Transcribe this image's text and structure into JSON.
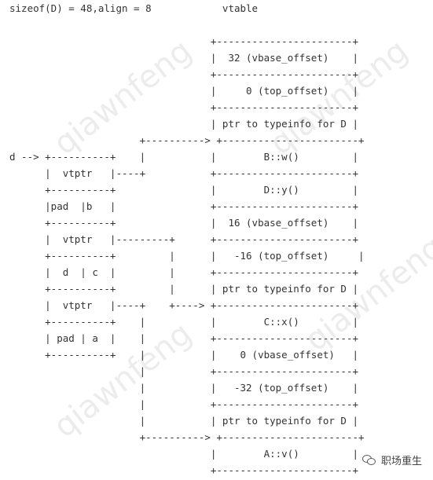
{
  "diagram": {
    "lines": [
      "sizeof(D) = 48,align = 8            vtable",
      "",
      "                                  +-----------------------+",
      "                                  |  32 (vbase_offset)    |",
      "                                  +-----------------------+",
      "                                  |     0 (top_offset)    |",
      "                                  +-----------------------+",
      "                                  | ptr to typeinfo for D |",
      "                      +----------> +-----------------------+",
      "d --> +----------+    |           |        B::w()         |",
      "      |  vtptr   |----+           +-----------------------+",
      "      +----------+                |        D::y()         |",
      "      |pad  |b   |                +-----------------------+",
      "      +----------+                |  16 (vbase_offset)    |",
      "      |  vtptr   |---------+      +-----------------------+",
      "      +----------+         |      |   -16 (top_offset)     |",
      "      |  d  | c  |         |      +-----------------------+",
      "      +----------+         |      | ptr to typeinfo for D |",
      "      |  vtptr   |----+    +----> +-----------------------+",
      "      +----------+    |           |        C::x()         |",
      "      | pad | a  |    |           +-----------------------+",
      "      +----------+    |           |    0 (vbase_offset)   |",
      "                      |           +-----------------------+",
      "                      |           |   -32 (top_offset)    |",
      "                      |           +-----------------------+",
      "                      |           | ptr to typeinfo for D |",
      "                      +----------> +-----------------------+",
      "                                  |        A::v()         |",
      "                                  +-----------------------+"
    ]
  },
  "watermark": {
    "text": "qiawnfeng"
  },
  "brand": {
    "label": "职场重生",
    "icon": "wechat-icon"
  }
}
